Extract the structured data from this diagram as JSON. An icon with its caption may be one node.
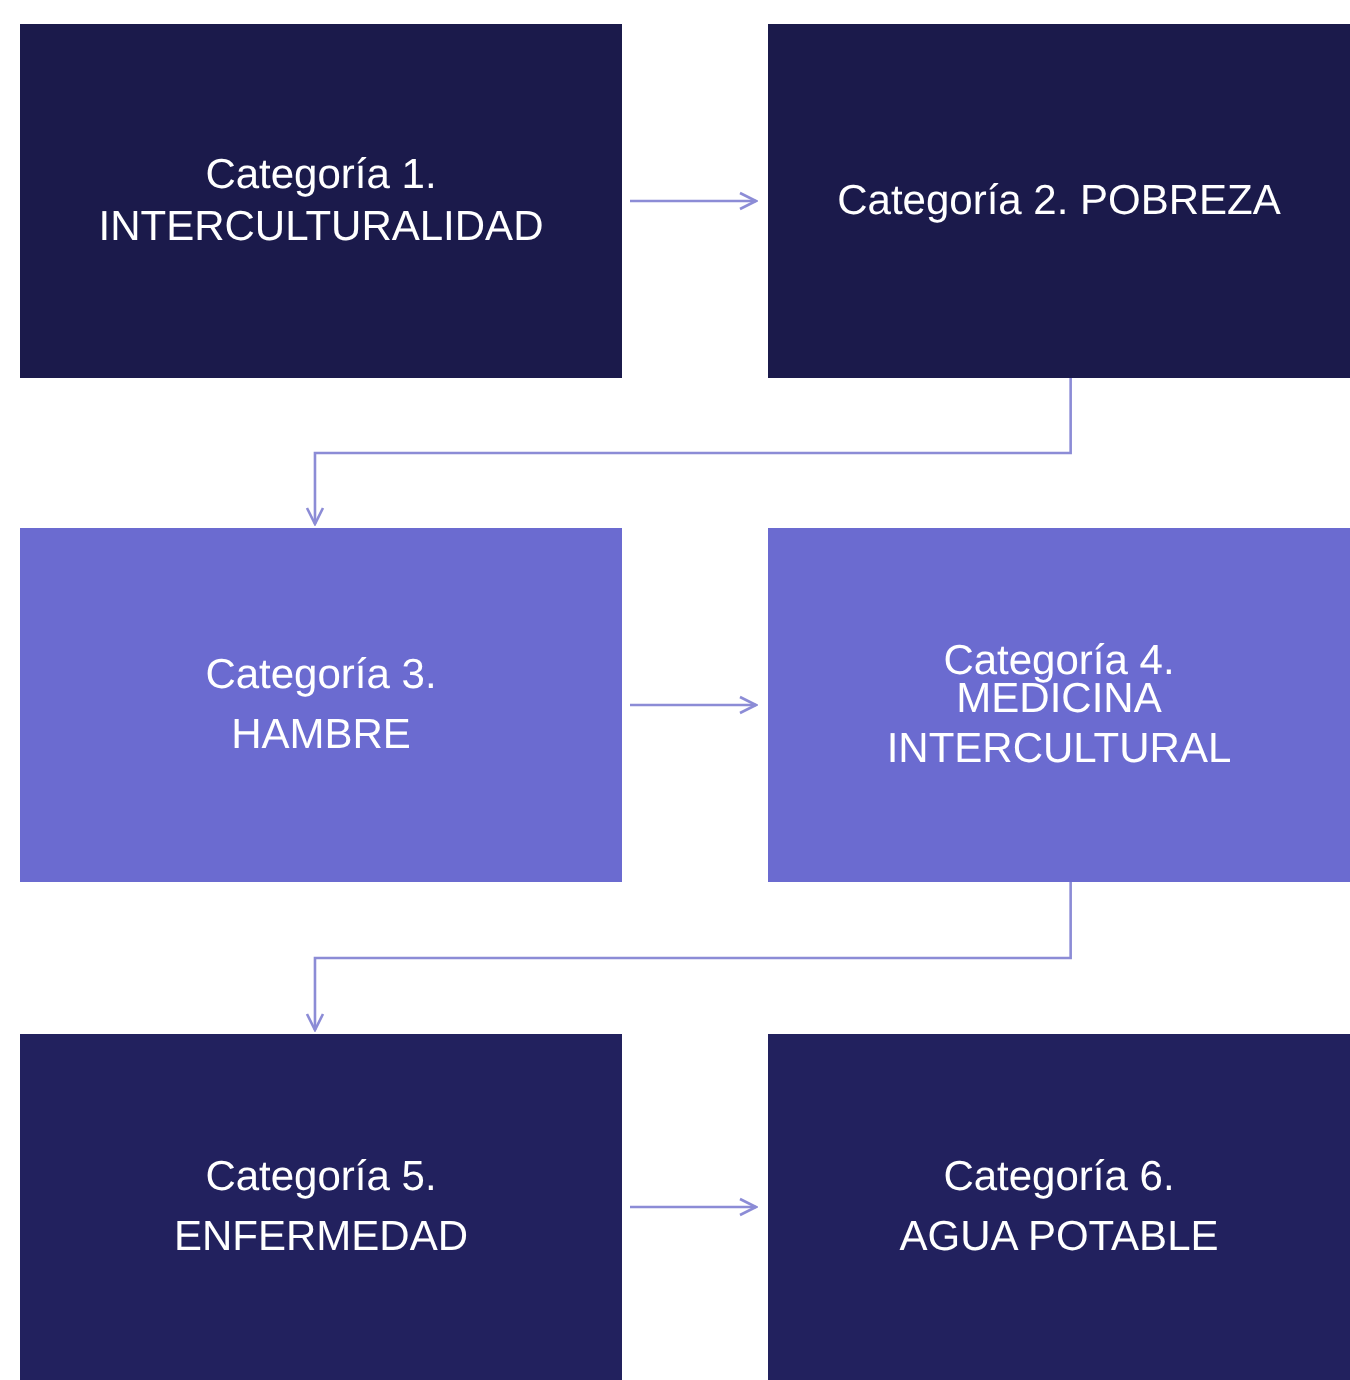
{
  "diagram": {
    "nodes": [
      {
        "text": [
          "Categoría 1.",
          "INTERCULTURALIDAD"
        ]
      },
      {
        "text": [
          "Categoría 2. POBREZA"
        ]
      },
      {
        "text": [
          "Categoría 3.",
          "HAMBRE"
        ]
      },
      {
        "text": [
          "Categoría 4.",
          "MEDICINA INTERCULTURAL"
        ]
      },
      {
        "text": [
          "Categoría 5.",
          "ENFERMEDAD"
        ]
      },
      {
        "text": [
          "Categoría 6.",
          "AGUA POTABLE"
        ]
      }
    ],
    "edges": [
      {
        "from": 0,
        "to": 1,
        "arrow": "to"
      },
      {
        "from": 1,
        "to": 2,
        "arrow": "to"
      },
      {
        "from": 2,
        "to": 3,
        "arrow": "to"
      },
      {
        "from": 3,
        "to": 4,
        "arrow": "to"
      },
      {
        "from": 4,
        "to": 5,
        "arrow": "to"
      }
    ]
  }
}
